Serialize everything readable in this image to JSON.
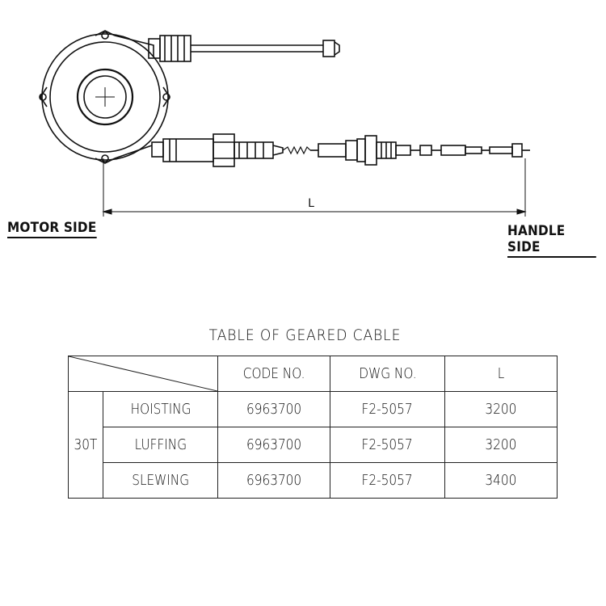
{
  "labels": {
    "motor_side": "MOTOR SIDE",
    "handle_side": "HANDLE SIDE",
    "dimension_L": "L"
  },
  "table": {
    "title": "TABLE OF GEARED CABLE",
    "headers": [
      "CODE NO.",
      "DWG NO.",
      "L"
    ],
    "group": "30T",
    "rows": [
      {
        "function": "HOISTING",
        "code": "6963700",
        "dwg": "F2-5057",
        "L": "3200"
      },
      {
        "function": "LUFFING",
        "code": "6963700",
        "dwg": "F2-5057",
        "L": "3200"
      },
      {
        "function": "SLEWING",
        "code": "6963700",
        "dwg": "F2-5057",
        "L": "3400"
      }
    ]
  }
}
